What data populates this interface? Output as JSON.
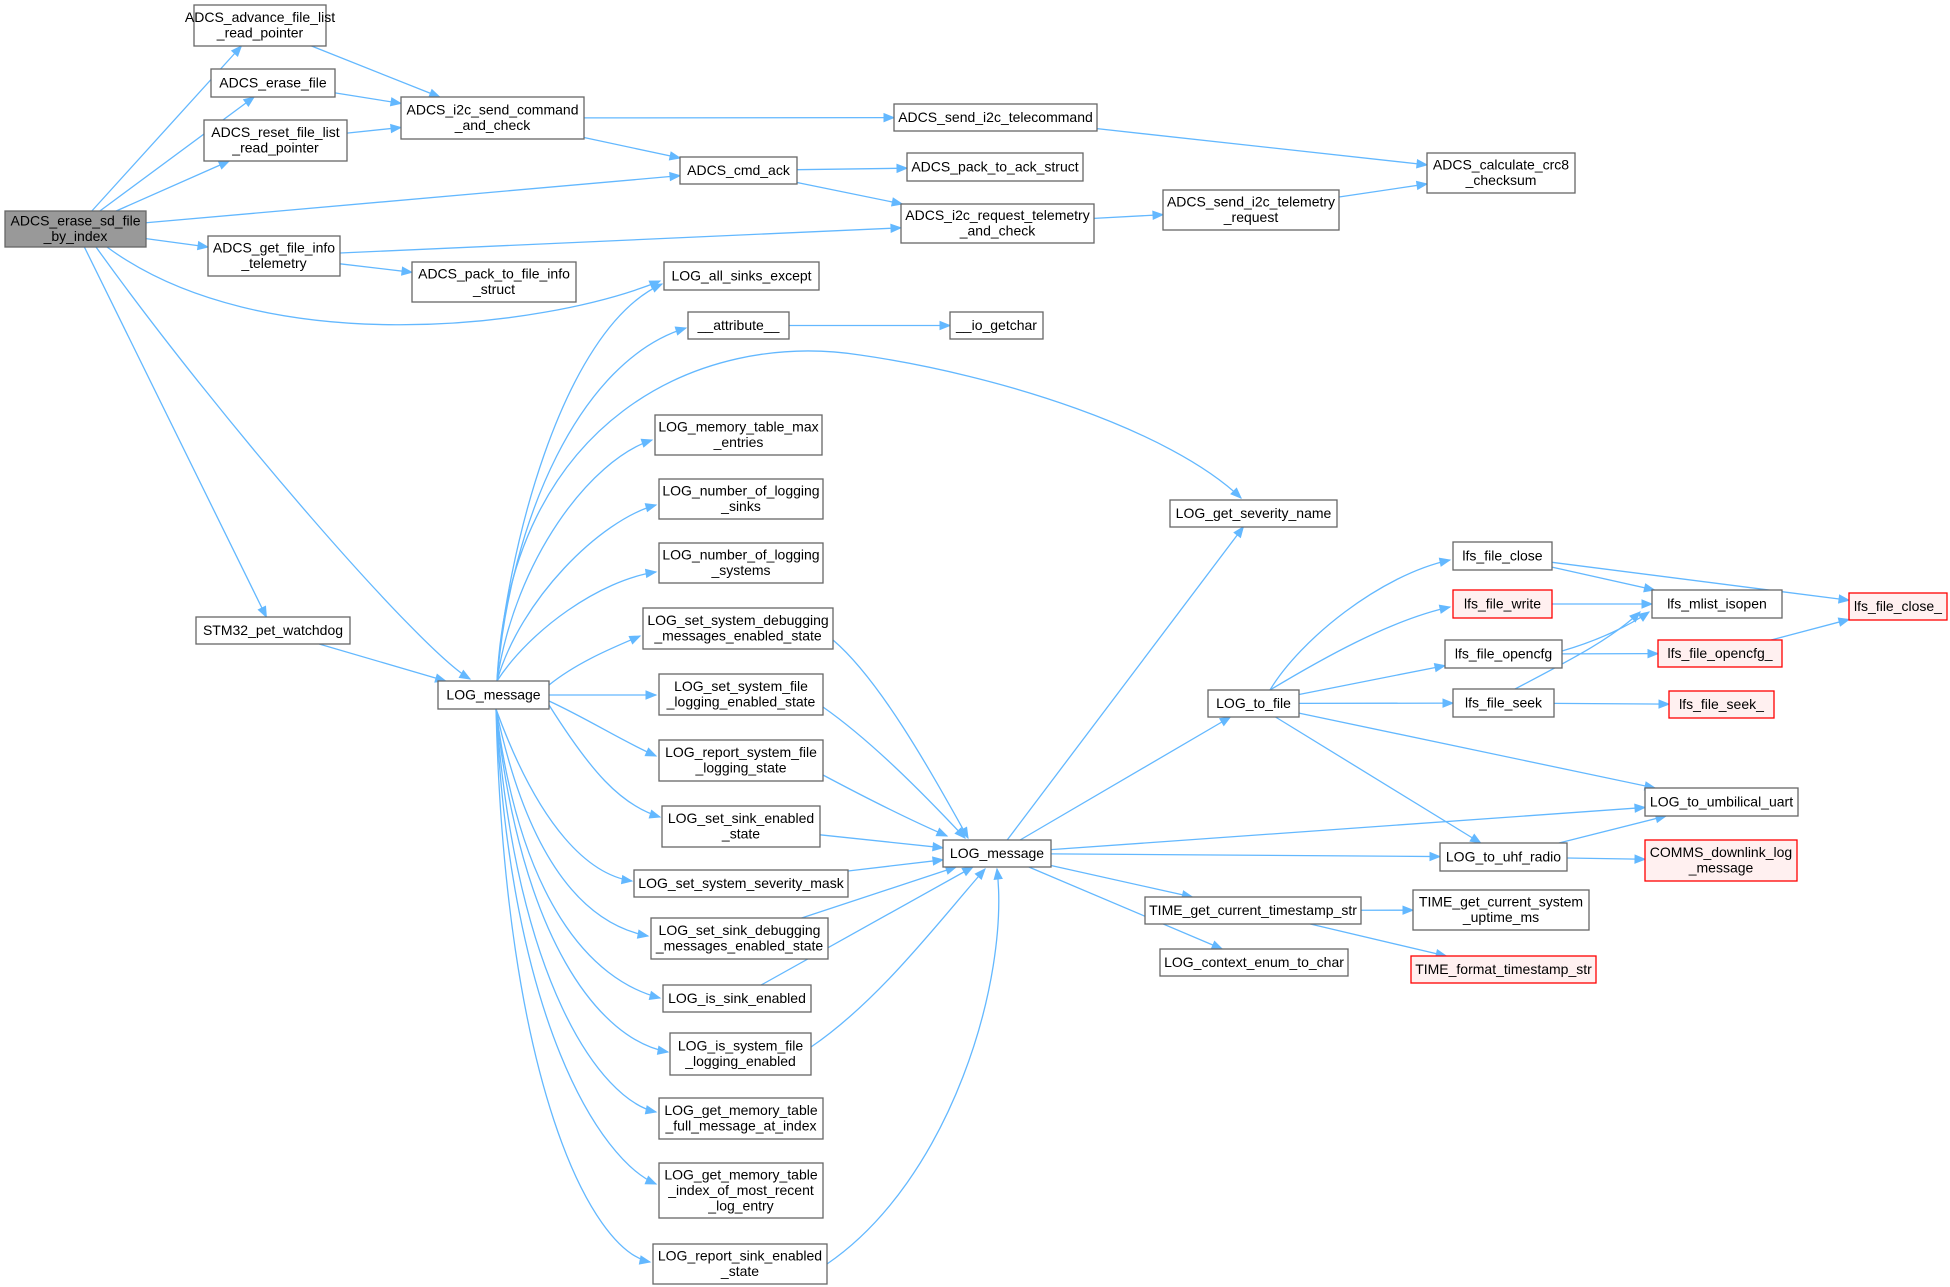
{
  "colors": {
    "edge": "#63b8ff",
    "node_fill": "#ffffff",
    "node_stroke": "#666666",
    "root_fill": "#999999",
    "root_stroke": "#666666",
    "truncated_fill": "#fff0f0",
    "truncated_stroke": "#ff0000"
  },
  "nodes": [
    {
      "id": "n0",
      "lines": [
        "ADCS_erase_sd_file",
        "_by_index"
      ],
      "style": "root"
    },
    {
      "id": "n1",
      "lines": [
        "ADCS_advance_file_list",
        "_read_pointer"
      ]
    },
    {
      "id": "n2",
      "lines": [
        "ADCS_erase_file"
      ]
    },
    {
      "id": "n3",
      "lines": [
        "ADCS_reset_file_list",
        "_read_pointer"
      ]
    },
    {
      "id": "n4",
      "lines": [
        "ADCS_get_file_info",
        "_telemetry"
      ]
    },
    {
      "id": "n5",
      "lines": [
        "STM32_pet_watchdog"
      ]
    },
    {
      "id": "n6",
      "lines": [
        "ADCS_i2c_send_command",
        "_and_check"
      ]
    },
    {
      "id": "n7",
      "lines": [
        "ADCS_pack_to_file_info",
        "_struct"
      ]
    },
    {
      "id": "n8",
      "lines": [
        "LOG_message"
      ]
    },
    {
      "id": "n9",
      "lines": [
        "ADCS_send_i2c_telecommand"
      ]
    },
    {
      "id": "n10",
      "lines": [
        "ADCS_cmd_ack"
      ]
    },
    {
      "id": "n11",
      "lines": [
        "ADCS_pack_to_ack_struct"
      ]
    },
    {
      "id": "n12",
      "lines": [
        "ADCS_i2c_request_telemetry",
        "_and_check"
      ]
    },
    {
      "id": "n13",
      "lines": [
        "ADCS_send_i2c_telemetry",
        "_request"
      ]
    },
    {
      "id": "n14",
      "lines": [
        "ADCS_calculate_crc8",
        "_checksum"
      ]
    },
    {
      "id": "n15",
      "lines": [
        "LOG_all_sinks_except"
      ]
    },
    {
      "id": "n16",
      "lines": [
        "__attribute__"
      ]
    },
    {
      "id": "n17",
      "lines": [
        "__io_getchar"
      ]
    },
    {
      "id": "n18",
      "lines": [
        "LOG_memory_table_max",
        "_entries"
      ]
    },
    {
      "id": "n19",
      "lines": [
        "LOG_number_of_logging",
        "_sinks"
      ]
    },
    {
      "id": "n20",
      "lines": [
        "LOG_number_of_logging",
        "_systems"
      ]
    },
    {
      "id": "n21",
      "lines": [
        "LOG_set_system_debugging",
        "_messages_enabled_state"
      ]
    },
    {
      "id": "n22",
      "lines": [
        "LOG_set_system_file",
        "_logging_enabled_state"
      ]
    },
    {
      "id": "n23",
      "lines": [
        "LOG_report_system_file",
        "_logging_state"
      ]
    },
    {
      "id": "n24",
      "lines": [
        "LOG_set_sink_enabled",
        "_state"
      ]
    },
    {
      "id": "n25",
      "lines": [
        "LOG_set_system_severity_mask"
      ]
    },
    {
      "id": "n26",
      "lines": [
        "LOG_set_sink_debugging",
        "_messages_enabled_state"
      ]
    },
    {
      "id": "n27",
      "lines": [
        "LOG_is_sink_enabled"
      ]
    },
    {
      "id": "n28",
      "lines": [
        "LOG_is_system_file",
        "_logging_enabled"
      ]
    },
    {
      "id": "n29",
      "lines": [
        "LOG_get_memory_table",
        "_full_message_at_index"
      ]
    },
    {
      "id": "n30",
      "lines": [
        "LOG_get_memory_table",
        "_index_of_most_recent",
        "_log_entry"
      ]
    },
    {
      "id": "n31",
      "lines": [
        "LOG_report_sink_enabled",
        "_state"
      ]
    },
    {
      "id": "n32",
      "lines": [
        "LOG_message"
      ]
    },
    {
      "id": "n33",
      "lines": [
        "LOG_get_severity_name"
      ]
    },
    {
      "id": "n34",
      "lines": [
        "LOG_to_file"
      ]
    },
    {
      "id": "n35",
      "lines": [
        "TIME_get_current_timestamp_str"
      ]
    },
    {
      "id": "n36",
      "lines": [
        "LOG_context_enum_to_char"
      ]
    },
    {
      "id": "n37",
      "lines": [
        "lfs_file_close"
      ]
    },
    {
      "id": "n38",
      "lines": [
        "lfs_file_write"
      ],
      "style": "truncated"
    },
    {
      "id": "n39",
      "lines": [
        "lfs_file_opencfg"
      ]
    },
    {
      "id": "n40",
      "lines": [
        "lfs_file_seek"
      ]
    },
    {
      "id": "n41",
      "lines": [
        "LOG_to_umbilical_uart"
      ]
    },
    {
      "id": "n42",
      "lines": [
        "LOG_to_uhf_radio"
      ]
    },
    {
      "id": "n43",
      "lines": [
        "TIME_get_current_system",
        "_uptime_ms"
      ]
    },
    {
      "id": "n44",
      "lines": [
        "TIME_format_timestamp_str"
      ],
      "style": "truncated"
    },
    {
      "id": "n45",
      "lines": [
        "lfs_mlist_isopen"
      ]
    },
    {
      "id": "n46",
      "lines": [
        "lfs_file_close_"
      ],
      "style": "truncated"
    },
    {
      "id": "n47",
      "lines": [
        "lfs_file_opencfg_"
      ],
      "style": "truncated"
    },
    {
      "id": "n48",
      "lines": [
        "lfs_file_seek_"
      ],
      "style": "truncated"
    },
    {
      "id": "n49",
      "lines": [
        "COMMS_downlink_log",
        "_message"
      ],
      "style": "truncated"
    }
  ],
  "edges": [
    [
      "n0",
      "n1"
    ],
    [
      "n0",
      "n2"
    ],
    [
      "n0",
      "n3"
    ],
    [
      "n0",
      "n10"
    ],
    [
      "n0",
      "n4"
    ],
    [
      "n0",
      "n15"
    ],
    [
      "n0",
      "n5"
    ],
    [
      "n0",
      "n8"
    ],
    [
      "n1",
      "n6"
    ],
    [
      "n2",
      "n6"
    ],
    [
      "n3",
      "n6"
    ],
    [
      "n6",
      "n9"
    ],
    [
      "n6",
      "n10"
    ],
    [
      "n9",
      "n14"
    ],
    [
      "n10",
      "n11"
    ],
    [
      "n10",
      "n12"
    ],
    [
      "n4",
      "n12"
    ],
    [
      "n4",
      "n7"
    ],
    [
      "n12",
      "n13"
    ],
    [
      "n13",
      "n14"
    ],
    [
      "n5",
      "n8"
    ],
    [
      "n8",
      "n15"
    ],
    [
      "n8",
      "n16"
    ],
    [
      "n8",
      "n33"
    ],
    [
      "n8",
      "n18"
    ],
    [
      "n8",
      "n19"
    ],
    [
      "n8",
      "n20"
    ],
    [
      "n8",
      "n21"
    ],
    [
      "n8",
      "n22"
    ],
    [
      "n8",
      "n23"
    ],
    [
      "n8",
      "n24"
    ],
    [
      "n8",
      "n25"
    ],
    [
      "n8",
      "n26"
    ],
    [
      "n8",
      "n27"
    ],
    [
      "n8",
      "n28"
    ],
    [
      "n8",
      "n29"
    ],
    [
      "n8",
      "n30"
    ],
    [
      "n8",
      "n31"
    ],
    [
      "n16",
      "n17"
    ],
    [
      "n21",
      "n32"
    ],
    [
      "n22",
      "n32"
    ],
    [
      "n23",
      "n32"
    ],
    [
      "n24",
      "n32"
    ],
    [
      "n25",
      "n32"
    ],
    [
      "n26",
      "n32"
    ],
    [
      "n27",
      "n32"
    ],
    [
      "n28",
      "n32"
    ],
    [
      "n31",
      "n32"
    ],
    [
      "n32",
      "n33"
    ],
    [
      "n32",
      "n34"
    ],
    [
      "n32",
      "n41"
    ],
    [
      "n32",
      "n42"
    ],
    [
      "n32",
      "n35"
    ],
    [
      "n32",
      "n36"
    ],
    [
      "n34",
      "n37"
    ],
    [
      "n34",
      "n38"
    ],
    [
      "n34",
      "n39"
    ],
    [
      "n34",
      "n40"
    ],
    [
      "n34",
      "n41"
    ],
    [
      "n34",
      "n42"
    ],
    [
      "n37",
      "n45"
    ],
    [
      "n37",
      "n46"
    ],
    [
      "n38",
      "n45"
    ],
    [
      "n39",
      "n45"
    ],
    [
      "n39",
      "n47"
    ],
    [
      "n40",
      "n45"
    ],
    [
      "n40",
      "n48"
    ],
    [
      "n47",
      "n46"
    ],
    [
      "n42",
      "n41"
    ],
    [
      "n42",
      "n49"
    ],
    [
      "n35",
      "n43"
    ],
    [
      "n35",
      "n44"
    ]
  ]
}
